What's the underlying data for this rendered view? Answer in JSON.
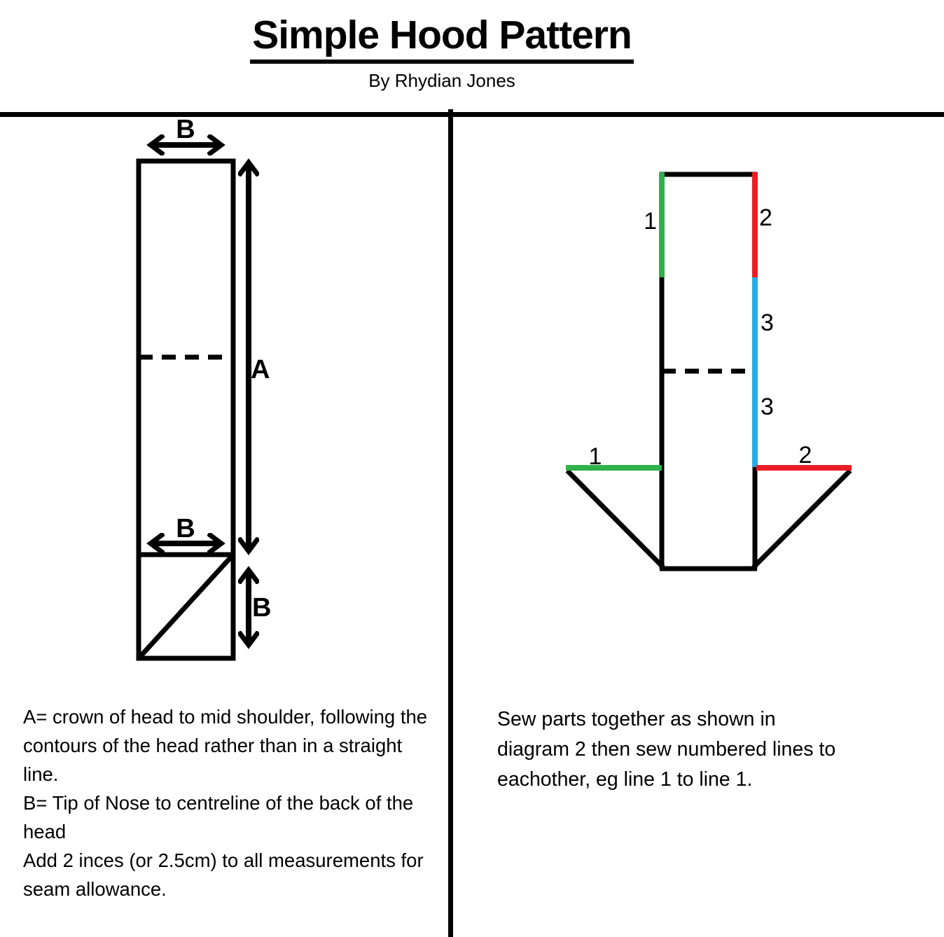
{
  "header": {
    "title": "Simple Hood Pattern",
    "byline": "By Rhydian Jones"
  },
  "colors": {
    "green": "#2fb14c",
    "red": "#ec1c24",
    "blue": "#29abe2"
  },
  "diagram1": {
    "labels": {
      "b_top": "B",
      "a_side": "A",
      "b_inner": "B",
      "b_side": "B"
    }
  },
  "diagram2": {
    "labels": {
      "seam1_top": "1",
      "seam2_top": "2",
      "seam3_upper": "3",
      "seam3_lower": "3",
      "seam1_bottom": "1",
      "seam2_bottom": "2"
    }
  },
  "notes_left": {
    "lines": [
      "A= crown of head to mid shoulder, following the",
      "contours of the head rather than in a straight",
      "line.",
      "B= Tip of Nose to centreline of the back of the",
      "head",
      "Add 2 inces (or 2.5cm) to all measurements for",
      "seam allowance."
    ]
  },
  "notes_right": {
    "lines": [
      "Sew parts together as shown in",
      "diagram 2 then sew numbered lines to",
      "eachother, eg line 1 to line 1."
    ]
  }
}
